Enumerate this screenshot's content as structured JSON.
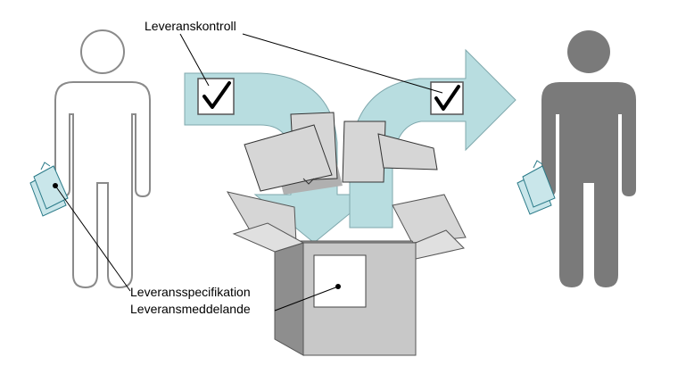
{
  "labels": {
    "delivery_control": "Leveranskontroll",
    "delivery_specification": "Leveransspecifikation",
    "delivery_notice": "Leveransmeddelande"
  },
  "icons": {
    "checkmark": "check-icon",
    "person_left": "person-outline-icon",
    "person_right": "person-solid-icon",
    "box": "open-box-icon",
    "documents": "documents-icon"
  },
  "colors": {
    "arrow_fill": "#b8dde0",
    "person_solid": "#7a7a7a",
    "box_front": "#c8c8c8",
    "box_side": "#8e8e8e",
    "paper": "#d6d6d6"
  }
}
